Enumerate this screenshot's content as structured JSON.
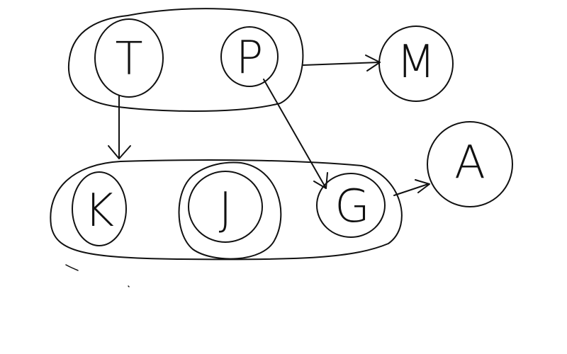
{
  "colors": {
    "ink": "#111111",
    "background": "#ffffff"
  },
  "nodes": {
    "t": {
      "label": "T"
    },
    "p": {
      "label": "P"
    },
    "m": {
      "label": "M"
    },
    "k": {
      "label": "K"
    },
    "j": {
      "label": "J"
    },
    "g": {
      "label": "G"
    },
    "a": {
      "label": "A"
    }
  },
  "groups": [
    "t-p",
    "k-j-g"
  ],
  "edges": [
    {
      "from": "t-p",
      "to": "m"
    },
    {
      "from": "t",
      "to": "k-j-g"
    },
    {
      "from": "p",
      "to": "g"
    },
    {
      "from": "k-j-g",
      "to": "a"
    }
  ]
}
